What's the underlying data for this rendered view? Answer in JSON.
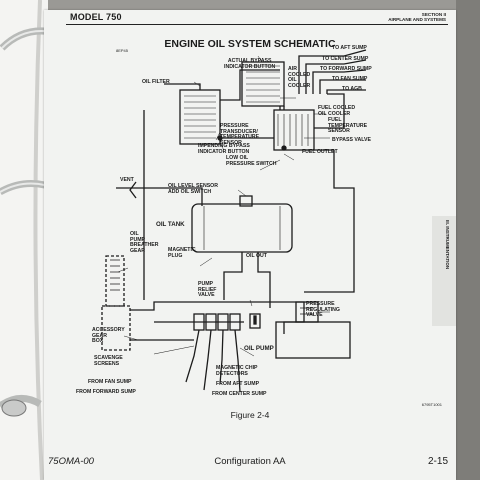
{
  "header": {
    "model": "MODEL 750",
    "section_line1": "SECTION II",
    "section_line2": "AIRPLANE AND SYSTEMS"
  },
  "title": "ENGINE OIL SYSTEM SCHEMATIC",
  "small_code": "8EP45",
  "labels": {
    "to_aft_sump": "TO AFT SUMP",
    "to_center_sump": "TO CENTER SUMP",
    "to_forward_sump": "TO FORWARD SUMP",
    "to_fan_sump": "TO FAN SUMP",
    "to_agb": "TO AGB",
    "actual_bypass_1": "ACTUAL BYPASS",
    "actual_bypass_2": "INDICATOR BUTTON",
    "air_cooled_1": "AIR",
    "air_cooled_2": "COOLED",
    "air_cooled_3": "OIL",
    "air_cooled_4": "COOLER",
    "oil_filter": "OIL FILTER",
    "fuel_cooled_1": "FUEL COOLED",
    "fuel_cooled_2": "OIL COOLER",
    "fuel_temp_1": "FUEL",
    "fuel_temp_2": "TEMPERATURE",
    "fuel_temp_3": "SENSOR",
    "bypass_valve": "BYPASS VALVE",
    "fuel_outlet": "FUEL OUTLET",
    "pressure_transducer_1": "PRESSURE",
    "pressure_transducer_2": "TRANSDUCER/",
    "pressure_transducer_3": "TEMPERATURE",
    "pressure_transducer_4": "SENSOR",
    "impending_bypass_1": "IMPENDING BYPASS",
    "impending_bypass_2": "INDICATOR BUTTON",
    "low_oil_1": "LOW OIL",
    "low_oil_2": "PRESSURE SWITCH",
    "vent": "VENT",
    "oil_level_1": "OIL LEVEL SENSOR",
    "oil_level_2": "ADD OIL SWITCH",
    "oil_tank": "OIL TANK",
    "breather_1": "OIL",
    "breather_2": "PUMP",
    "breather_3": "BREATHER",
    "breather_4": "GEAR",
    "magnetic_plug_1": "MAGNETIC",
    "magnetic_plug_2": "PLUG",
    "oil_out": "OIL OUT",
    "pump_relief_1": "PUMP",
    "pump_relief_2": "RELIEF",
    "pump_relief_3": "VALVE",
    "pressure_reg_1": "PRESSURE",
    "pressure_reg_2": "REGULATING",
    "pressure_reg_3": "VALVE",
    "accessory_1": "ACCESSORY",
    "accessory_2": "GEAR",
    "accessory_3": "BOX",
    "oil_pump": "OIL PUMP",
    "scavenge_1": "SCAVENGE",
    "scavenge_2": "SCREENS",
    "chip_1": "MAGNETIC CHIP",
    "chip_2": "DETECTORS",
    "from_fan_sump": "FROM FAN SUMP",
    "from_forward_sump": "FROM FORWARD SUMP",
    "from_aft_sump": "FROM AFT SUMP",
    "from_center_sump": "FROM CENTER SUMP"
  },
  "figure": "Figure 2-4",
  "figure_code": "6795T1001",
  "footer": {
    "left": "75OMA-00",
    "center": "Configuration AA",
    "right": "2-15"
  },
  "side_tab": "III. INSTRUMENTATION"
}
